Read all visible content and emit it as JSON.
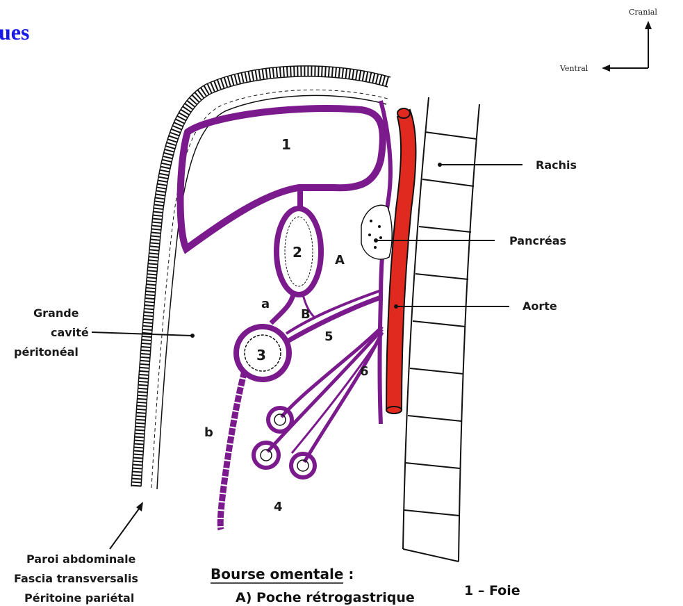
{
  "heading_fragment": "ues",
  "orientation": {
    "cranial": "Cranial",
    "ventral": "Ventral"
  },
  "structure_numbers": {
    "n1": "1",
    "n2": "2",
    "n3": "3",
    "n4": "4",
    "n5": "5",
    "n6": "6"
  },
  "structure_letters": {
    "A": "A",
    "B": "B",
    "a": "a",
    "b": "b"
  },
  "callouts": {
    "rachis": "Rachis",
    "pancreas": "Pancréas",
    "aorte": "Aorte",
    "grande_cavite": [
      "Grande",
      "cavité",
      "péritonéal"
    ],
    "paroi": [
      "Paroi abdominale",
      "Fascia transversalis",
      "Péritoine pariétal"
    ]
  },
  "legend": {
    "title": "Bourse omentale :",
    "item_A": "A) Poche rétrogastrique",
    "item_1": "1 – Foie"
  },
  "colors": {
    "heading": "#1a1ae6",
    "peritoneum": "#7a1a8c",
    "aorta": "#e02a20",
    "ink": "#1a1a1a"
  }
}
